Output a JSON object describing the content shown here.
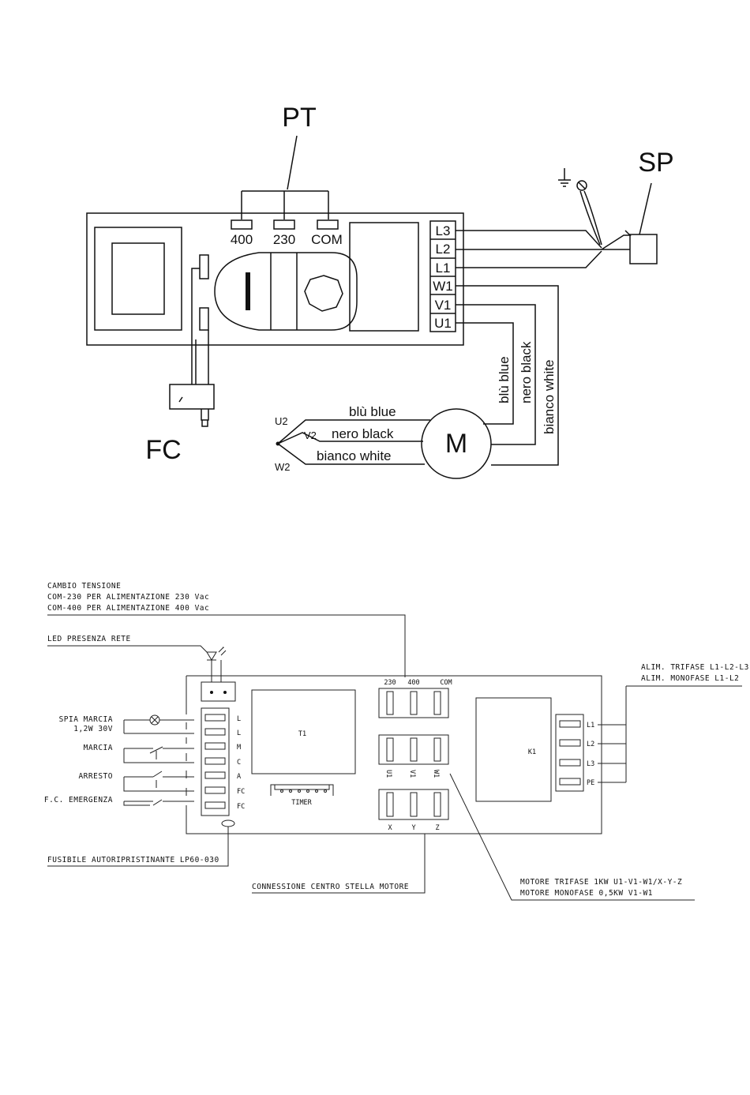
{
  "top": {
    "pt": "PT",
    "sp": "SP",
    "fc": "FC",
    "motor": "M",
    "selector": [
      "400",
      "230",
      "COM"
    ],
    "terminals": [
      "L3",
      "L2",
      "L1",
      "W1",
      "V1",
      "U1"
    ],
    "motor_ends": [
      "U2",
      "V2",
      "W2"
    ],
    "wires_h": [
      "blù  blue",
      "nero  black",
      "bianco  white"
    ],
    "wires_v": [
      "blù  blue",
      "nero  black",
      "bianco  white"
    ]
  },
  "bottom": {
    "cambio_title": "CAMBIO TENSIONE",
    "cambio_230": "COM-230 PER ALIMENTAZIONE 230 Vac",
    "cambio_400": "COM-400 PER ALIMENTAZIONE 400 Vac",
    "led": "LED PRESENZA RETE",
    "spia_1": "SPIA MARCIA",
    "spia_2": "1,2W 30V",
    "marcia": "MARCIA",
    "arresto": "ARRESTO",
    "fc_emergenza": "F.C. EMERGENZA",
    "fusibile": "FUSIBILE AUTORIPRISTINANTE  LP60-030",
    "connessione": "CONNESSIONE CENTRO STELLA MOTORE",
    "motore_1": "MOTORE TRIFASE 1KW U1-V1-W1/X-Y-Z",
    "motore_2": "MOTORE MONOFASE 0,5KW V1-W1",
    "alim_1": "ALIM. TRIFASE L1-L2-L3",
    "alim_2": "ALIM. MONOFASE L1-L2",
    "t1": "T1",
    "k1": "K1",
    "timer": "TIMER",
    "left_terms": [
      "L",
      "L",
      "M",
      "C",
      "A",
      "FC",
      "FC"
    ],
    "volt_labels": [
      "230",
      "400",
      "COM"
    ],
    "uvw": [
      "U1",
      "V1",
      "W1"
    ],
    "xyz": [
      "X",
      "Y",
      "Z"
    ],
    "right_terms": [
      "L1",
      "L2",
      "L3",
      "PE"
    ]
  }
}
